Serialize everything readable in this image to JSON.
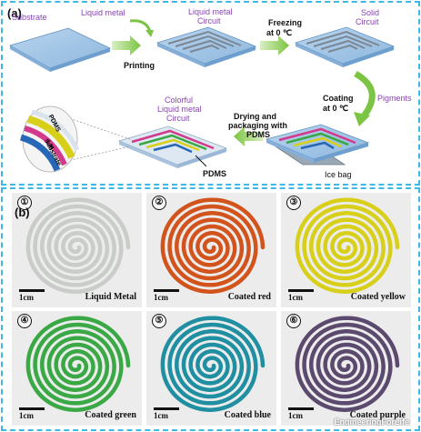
{
  "panel_a": {
    "tag": "(a)",
    "labels": {
      "substrate": "Substrate",
      "liquid_metal": "Liquid metal",
      "printing": "Printing",
      "lm_circuit_1": "Liquid metal",
      "lm_circuit_2": "Circuit",
      "freezing_1": "Freezing",
      "freezing_2": "at 0 ℃",
      "solid_1": "Solid",
      "solid_2": "Circuit",
      "coating_1": "Coating",
      "coating_2": "at 0 ℃",
      "pigments": "Pigments",
      "ice_bag": "Ice bag",
      "drying_1": "Drying and",
      "drying_2": "packaging with",
      "drying_3": "PDMS",
      "colorful_1": "Colorful",
      "colorful_2": "Liquid metal",
      "colorful_3": "Circuit",
      "pdms": "PDMS",
      "layer_pdms": "PDMS",
      "layer_lm": "LM",
      "layer_substrate": "Substrate"
    }
  },
  "panel_b": {
    "tag": "(b)",
    "scale_label": "1cm",
    "watermark": "EngineeringForLife",
    "cells": [
      {
        "num": "①",
        "caption": "Liquid Metal",
        "color": "#c9ccc8"
      },
      {
        "num": "②",
        "caption": "Coated red",
        "color": "#d2541c"
      },
      {
        "num": "③",
        "caption": "Coated yellow",
        "color": "#d8cf1a"
      },
      {
        "num": "④",
        "caption": "Coated green",
        "color": "#39a845"
      },
      {
        "num": "⑤",
        "caption": "Coated blue",
        "color": "#1f8fa1"
      },
      {
        "num": "⑥",
        "caption": "Coated purple",
        "color": "#5b4a6e"
      }
    ]
  }
}
